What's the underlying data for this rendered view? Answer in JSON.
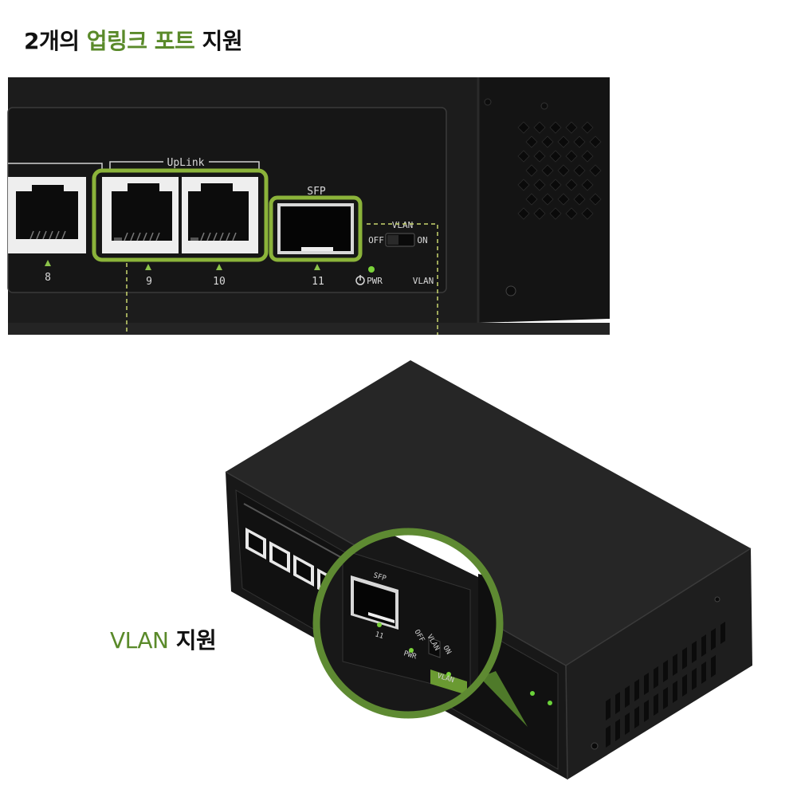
{
  "heading": {
    "prefix": "2개의 ",
    "highlight": "업링크 포트",
    "suffix": " 지원"
  },
  "vlan_caption": {
    "highlight": "VLAN",
    "suffix": " 지원"
  },
  "closeup": {
    "uplink_label": "UpLink",
    "sfp_label": "SFP",
    "vlan_label": "VLAN",
    "switch_off": "OFF",
    "switch_on": "ON",
    "port_numbers": [
      "8",
      "9",
      "10",
      "11"
    ],
    "pwr_label": "PWR",
    "vlan_led_label": "VLAN"
  },
  "device": {
    "sfp_label": "SFP",
    "port11": "11",
    "vlan_label": "VLAN",
    "off": "OFF",
    "on": "ON",
    "pwr": "PWR",
    "vlan_led": "VLAN"
  },
  "colors": {
    "accent": "#7ba834",
    "brand_green": "#5a8a2a",
    "device_body": "#1b1b1b"
  }
}
